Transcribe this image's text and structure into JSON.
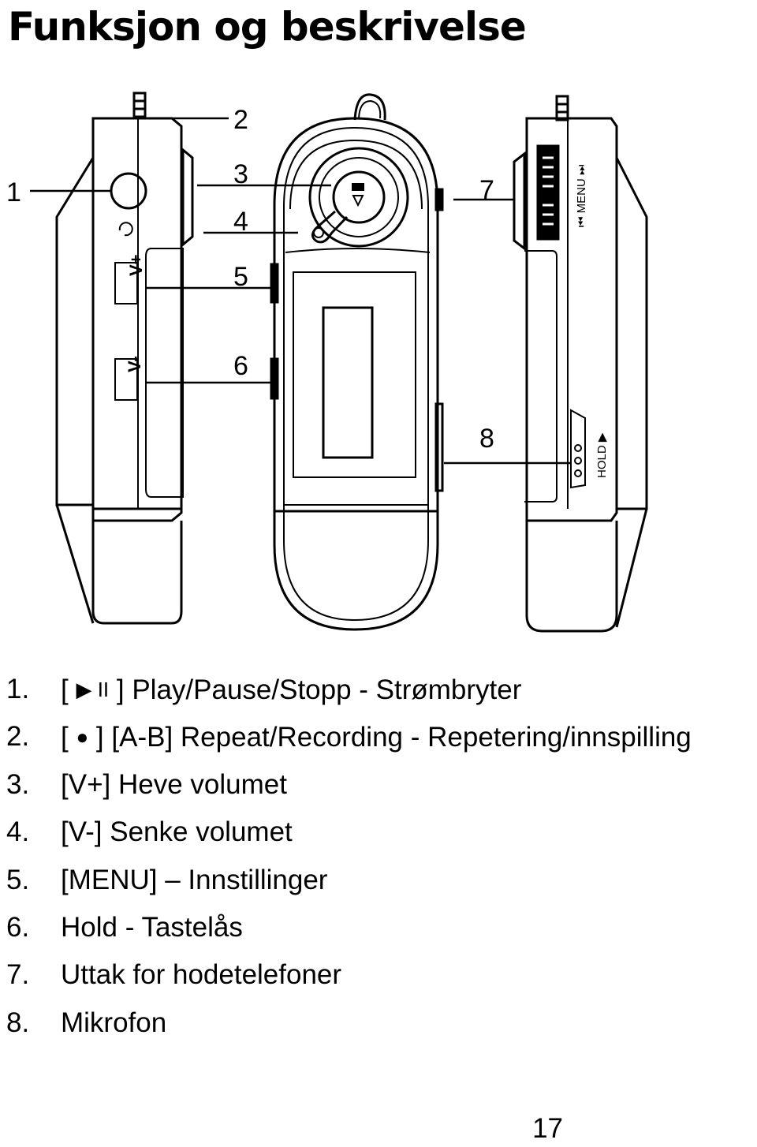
{
  "page": {
    "title": "Funksjon og beskrivelse",
    "page_number": "17"
  },
  "figure": {
    "callouts": [
      "1",
      "2",
      "3",
      "4",
      "5",
      "6",
      "7",
      "8"
    ],
    "device_labels": {
      "vol_up": "V+",
      "vol_down": "V-",
      "menu": "MENU",
      "hold": "HOLD"
    }
  },
  "items": [
    {
      "num": "1.",
      "open": "[",
      "symbol": "▶ II",
      "close": "]",
      "text": " Play/Pause/Stopp - Strømbryter"
    },
    {
      "num": "2.",
      "open": "[",
      "symbol": "●",
      "close": "]",
      "text": " [A-B] Repeat/Recording - Repetering/innspilling"
    },
    {
      "num": "3.",
      "text": "[V+] Heve volumet"
    },
    {
      "num": "4.",
      "text": "[V-] Senke volumet"
    },
    {
      "num": "5.",
      "text": "[MENU] – Innstillinger"
    },
    {
      "num": "6.",
      "text": "Hold - Tastelås"
    },
    {
      "num": "7.",
      "text": "Uttak for hodetelefoner"
    },
    {
      "num": "8.",
      "text": "Mikrofon"
    }
  ]
}
